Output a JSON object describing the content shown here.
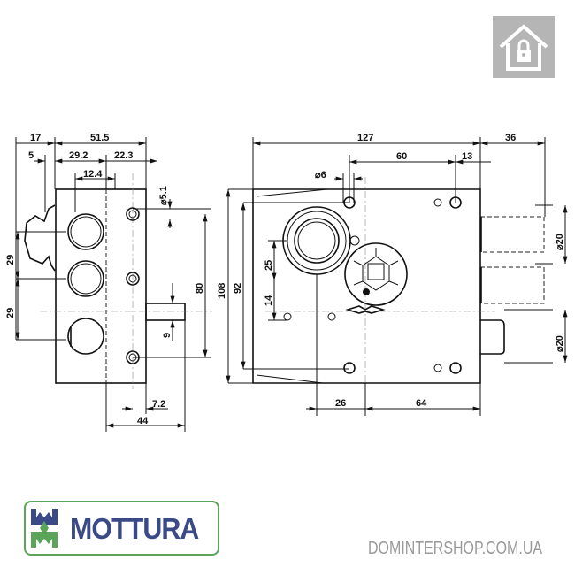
{
  "side_view": {
    "d17": "17",
    "d51_5": "51.5",
    "d5": "5",
    "d29_2": "29.2",
    "d22_3": "22.3",
    "d12_4": "12.4",
    "d29a": "29",
    "d29b": "29",
    "d5_1": "⌀5.1",
    "d80": "80",
    "d9": "9",
    "d7_2": "7.2",
    "d44": "44"
  },
  "front_view": {
    "d127": "127",
    "d36": "36",
    "d60": "60",
    "d13": "13",
    "d6": "⌀6",
    "d108": "108",
    "d92": "92",
    "d25": "25",
    "d14": "14",
    "d26": "26",
    "d64": "64",
    "d20a": "⌀20",
    "d20b": "⌀20"
  },
  "badge": {
    "icon": "house-lock-icon"
  },
  "brand": {
    "name": "MOTTURA",
    "colors": {
      "blue": "#3a4a86",
      "green": "#5aa55a"
    }
  },
  "website": "DOMINTERSHOP.COM.UA"
}
